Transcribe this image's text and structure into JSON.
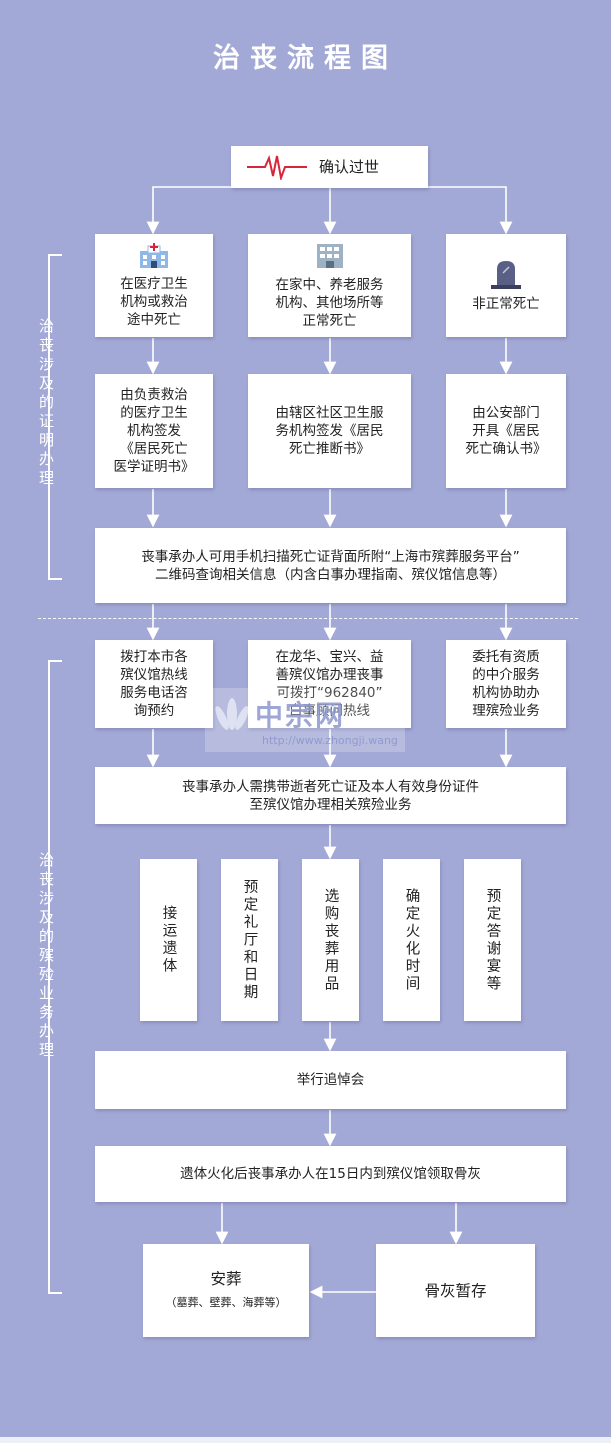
{
  "title": "治丧流程图",
  "start": {
    "label": "确认过世"
  },
  "section1": {
    "side_label": "治丧涉及的证明办理",
    "cases": [
      {
        "label": "在医疗卫生\n机构或救治\n途中死亡",
        "icon": "hospital-icon"
      },
      {
        "label": "在家中、养老服务\n机构、其他场所等\n正常死亡",
        "icon": "building-icon"
      },
      {
        "label": "非正常死亡",
        "icon": "tombstone-icon"
      }
    ],
    "certificates": [
      "由负责救治\n的医疗卫生\n机构签发\n《居民死亡\n医学证明书》",
      "由辖区社区卫生服\n务机构签发《居民\n死亡推断书》",
      "由公安部门\n开具《居民\n死亡确认书》"
    ],
    "scan_info": "丧事承办人可用手机扫描死亡证背面所附“上海市殡葬服务平台”\n二维码查询相关信息（内含白事办理指南、殡仪馆信息等）"
  },
  "section2": {
    "side_label": "治丧涉及的殡殓业务办理",
    "options": [
      "拨打本市各\n殡仪馆热线\n服务电话咨\n询预约",
      "在龙华、宝兴、益\n善殡仪馆办理丧事\n可拨打“962840”\n白事顾问热线",
      "委托有资质\n的中介服务\n机构协助办\n理殡殓业务"
    ],
    "documents": "丧事承办人需携带逝者死亡证及本人有效身份证件\n至殡仪馆办理相关殡殓业务",
    "services": [
      "接运遗体",
      "预定礼厅和日期",
      "选购丧葬用品",
      "确定火化时间",
      "预定答谢宴等"
    ],
    "memorial": "举行追悼会",
    "ashes": "遗体火化后丧事承办人在15日内到殡仪馆领取骨灰",
    "burial": {
      "label": "安葬",
      "sub": "（墓葬、壁葬、海葬等）"
    },
    "storage": "骨灰暂存"
  },
  "watermark": {
    "text": "中宗网",
    "url": "http://www.zhongji.wang"
  },
  "colors": {
    "background": "#a3a9d6",
    "box": "#ffffff",
    "pulse": "#d8253a"
  }
}
